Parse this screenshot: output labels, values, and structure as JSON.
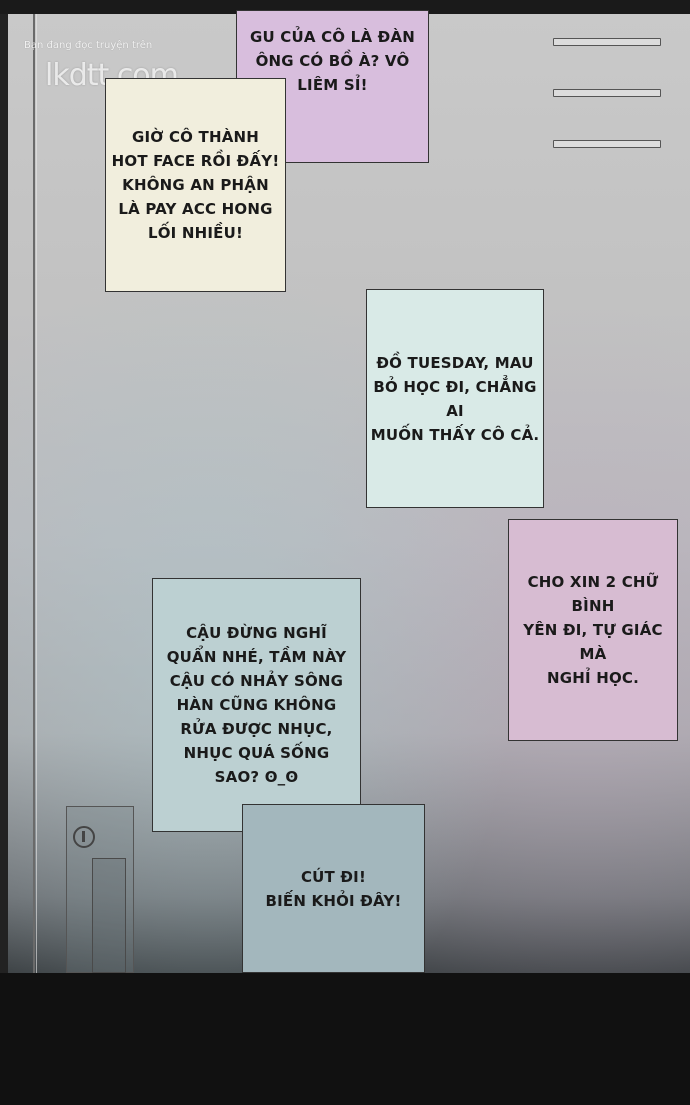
{
  "watermark": {
    "text": "Bạn đang đọc truyện trên",
    "logo": "lkdtt.com"
  },
  "notes": {
    "pink_top": "Gu của cô là đàn\nông có bồ à? Vô\nliêm sỉ!",
    "yellow": "Giờ cô thành\nhot face rồi đấy!\nKhông an phận\nlà pay acc hong\nlối nhiều!",
    "mint": "Đồ Tuesday, mau\nbỏ học đi, chẳng ai\nmuốn thấy cô cả.",
    "mauve": "Cho xin 2 chữ bình\nyên đi, tự giác mà\nnghỉ học.",
    "teal": "Cậu đừng nghĩ\nquẩn nhé, tầm này\ncậu có nhảy sông\nHàn cũng không\nrửa được nhục,\nnhục quá sống\nsao? ʘ_ʘ",
    "blue": "Cút đi!\nBiến khỏi đây!"
  },
  "icons": {
    "lock": "lock-icon"
  }
}
